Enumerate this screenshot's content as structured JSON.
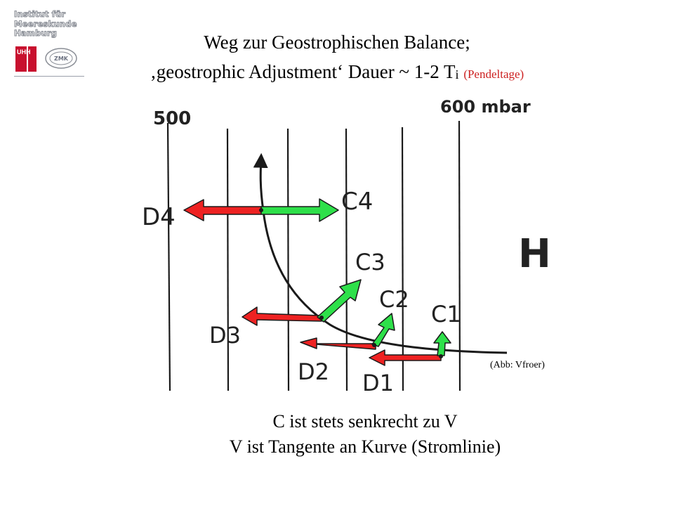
{
  "logo": {
    "institute_lines": [
      "Institut für",
      "Meereskunde",
      "Hamburg"
    ],
    "uhh_text": "UHH",
    "zmk_text": "ZMK"
  },
  "title": {
    "line1": "Weg zur Geostrophischen Balance;",
    "line2_main": "‚geostrophic Adjustment‘  Dauer ~ 1-2 T",
    "line2_sub": "i",
    "line2_note": "(Pendeltage)"
  },
  "diagram": {
    "isobar_left_label": "500",
    "isobar_right_label": "600 mbar",
    "high_label": "H",
    "coriolis_labels": [
      "C1",
      "C2",
      "C3",
      "C4"
    ],
    "pressure_labels": [
      "D1",
      "D2",
      "D3",
      "D4"
    ],
    "colors": {
      "coriolis": "#2ee04a",
      "pressure": "#ee2222",
      "lines": "#1a1a1a"
    }
  },
  "credit": "(Abb: Vfroer)",
  "caption": {
    "line1": "C ist stets senkrecht zu V",
    "line2": "V ist Tangente an Kurve (Stromlinie)"
  }
}
